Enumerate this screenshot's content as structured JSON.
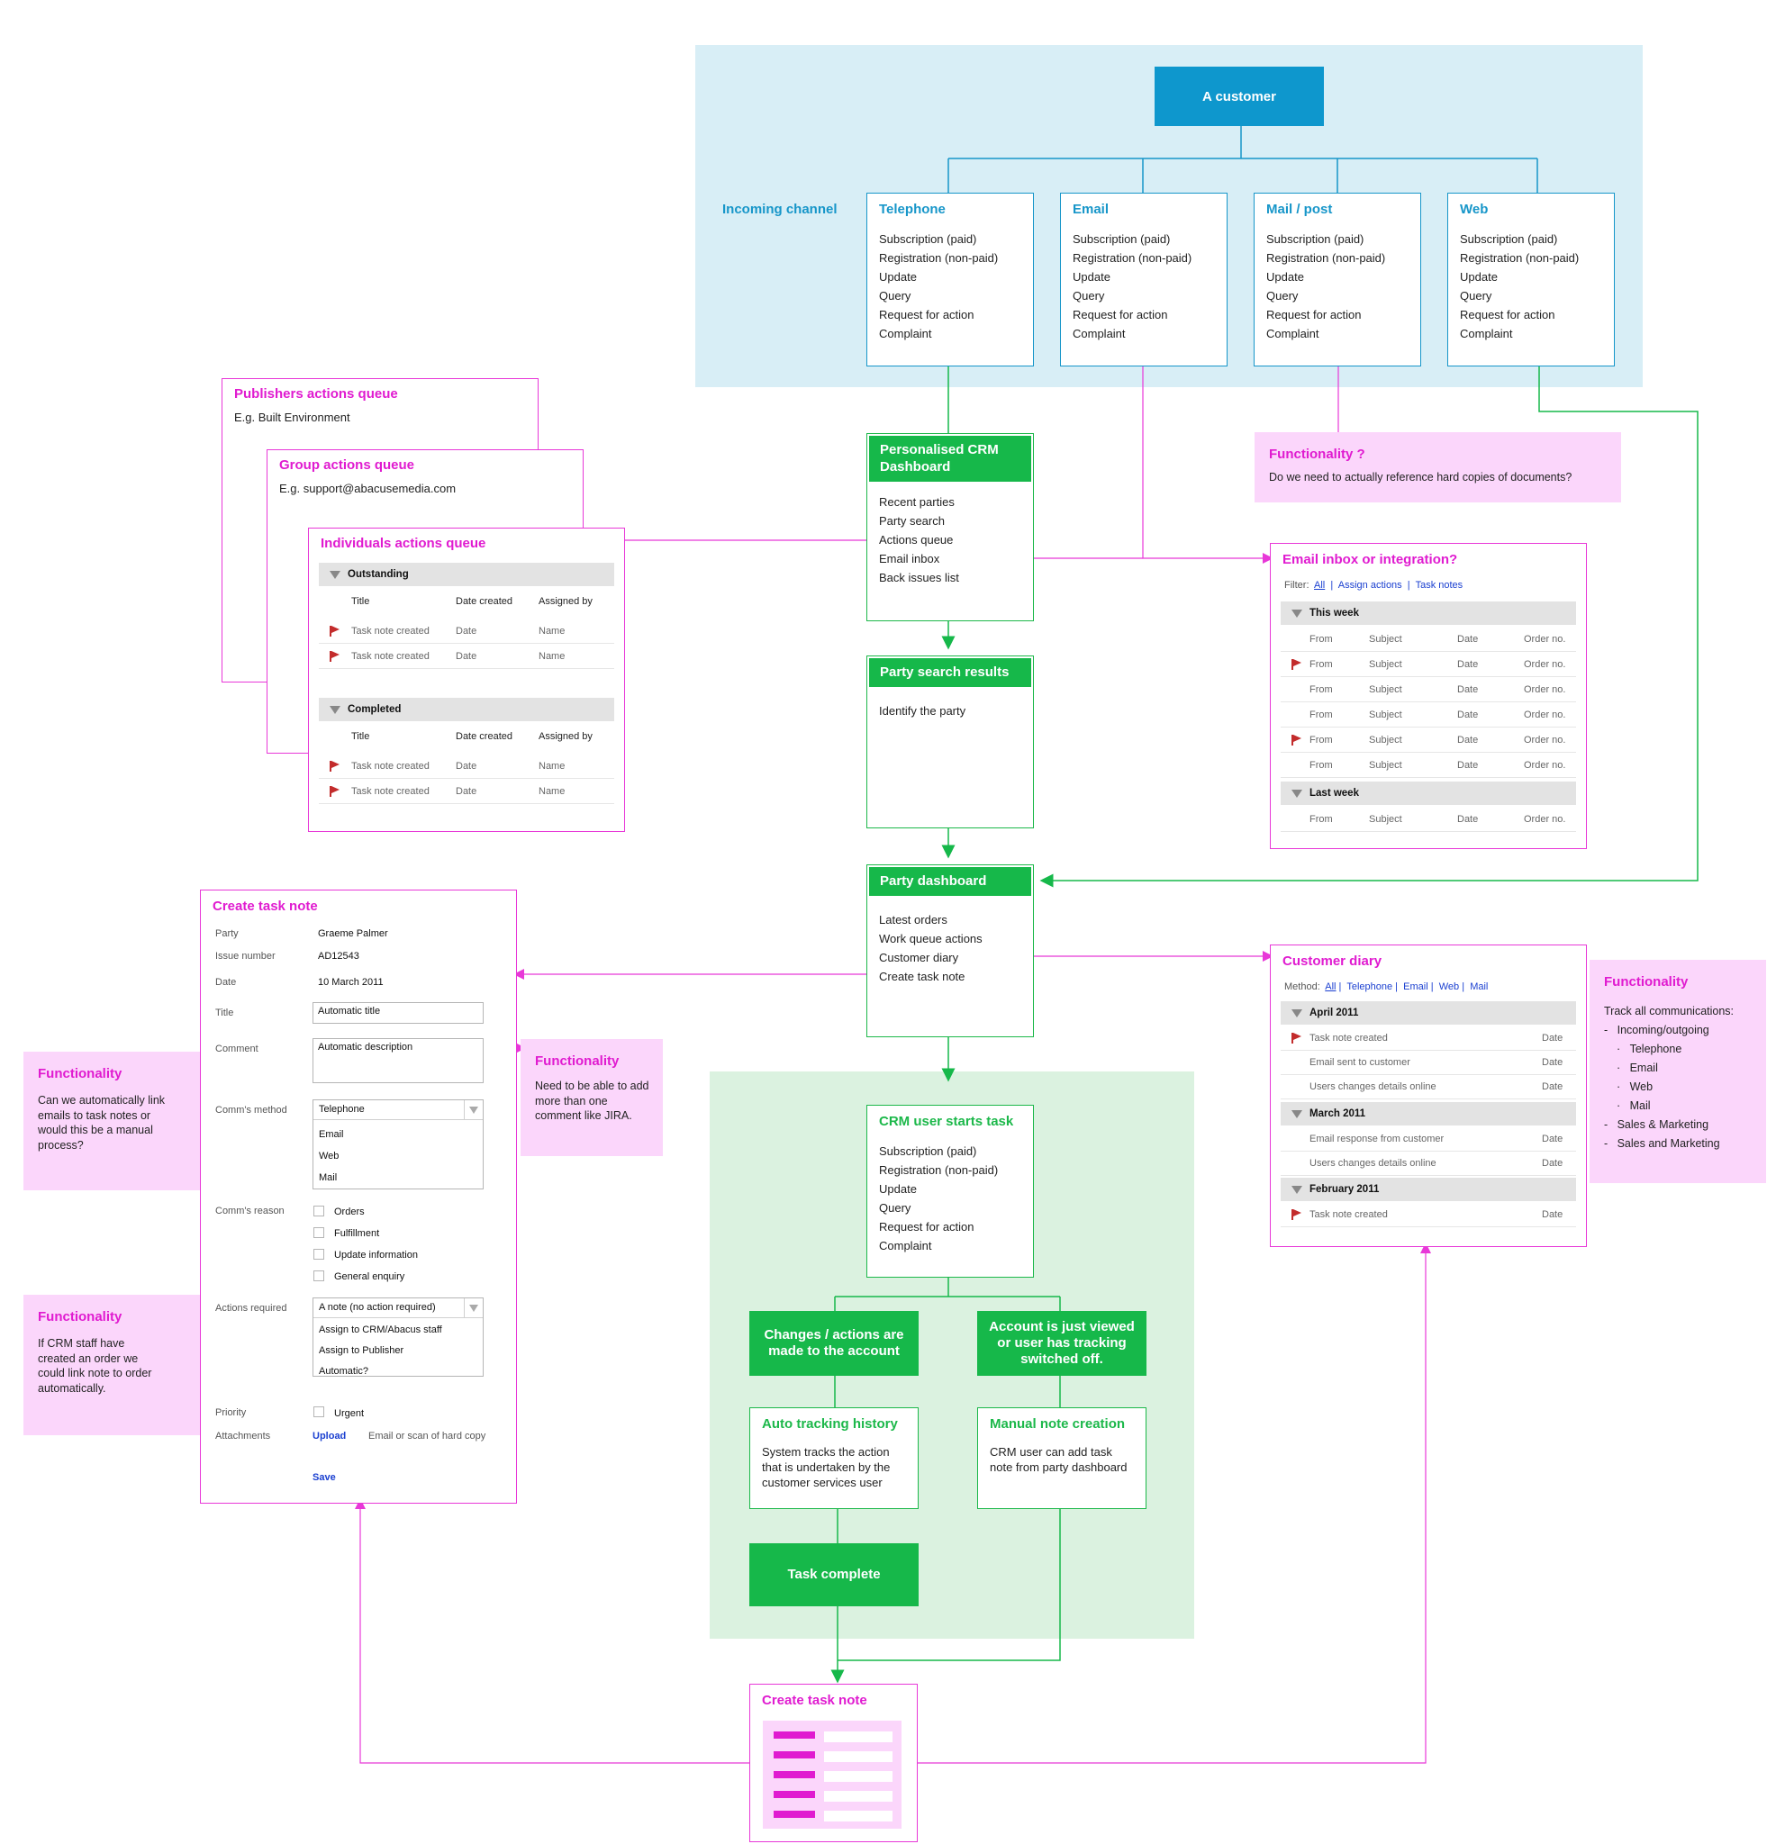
{
  "customer": {
    "label": "A customer"
  },
  "incoming_channel_label": "Incoming channel",
  "channel_items": [
    "Subscription (paid)",
    "Registration (non-paid)",
    "Update",
    "Query",
    "Request for action",
    "Complaint"
  ],
  "channels": [
    {
      "title": "Telephone"
    },
    {
      "title": "Email"
    },
    {
      "title": "Mail / post"
    },
    {
      "title": "Web"
    }
  ],
  "queues": {
    "publishers": {
      "title": "Publishers actions queue",
      "example": "E.g. Built Environment"
    },
    "group": {
      "title": "Group actions queue",
      "example": "E.g. support@abacusemedia.com"
    },
    "individuals": {
      "title": "Individuals actions queue",
      "sections": [
        {
          "label": "Outstanding",
          "headers": [
            "Title",
            "Date created",
            "Assigned by"
          ],
          "rows": [
            [
              "Task note created",
              "Date",
              "Name"
            ],
            [
              "Task note created",
              "Date",
              "Name"
            ]
          ]
        },
        {
          "label": "Completed",
          "headers": [
            "Title",
            "Date created",
            "Assigned by"
          ],
          "rows": [
            [
              "Task note created",
              "Date",
              "Name"
            ],
            [
              "Task note created",
              "Date",
              "Name"
            ]
          ]
        }
      ]
    }
  },
  "crm_dashboard": {
    "title": "Personalised CRM Dashboard",
    "items": [
      "Recent parties",
      "Party search",
      "Actions queue",
      "Email inbox",
      "Back issues list"
    ]
  },
  "party_search": {
    "title": "Party search results",
    "items": [
      "Identify the party"
    ]
  },
  "party_dashboard": {
    "title": "Party dashboard",
    "items": [
      "Latest orders",
      "Work queue actions",
      "Customer diary",
      "Create task note"
    ]
  },
  "crm_starts": {
    "title": "CRM user starts task",
    "items": [
      "Subscription (paid)",
      "Registration (non-paid)",
      "Update",
      "Query",
      "Request for action",
      "Complaint"
    ]
  },
  "changes_box": {
    "label": "Changes / actions are made to the account"
  },
  "viewed_box": {
    "label": "Account is just viewed or user has tracking switched off."
  },
  "auto_tracking": {
    "title": "Auto tracking history",
    "body": "System tracks the action that is undertaken by the customer services user"
  },
  "manual_note": {
    "title": "Manual note creation",
    "body": "CRM user can add task note from party dashboard"
  },
  "task_complete": {
    "label": "Task complete"
  },
  "create_task_small": {
    "title": "Create task note"
  },
  "func_mail": {
    "title": "Functionality ?",
    "body": "Do we need to actually reference hard copies of documents?"
  },
  "email_inbox": {
    "title": "Email inbox or integration?",
    "filter_label": "Filter:",
    "filters": [
      "All",
      "Assign actions",
      "Task notes"
    ],
    "sections": [
      {
        "label": "This week",
        "rows": [
          {
            "flag": false,
            "cells": [
              "From",
              "Subject",
              "Date",
              "Order no."
            ]
          },
          {
            "flag": true,
            "cells": [
              "From",
              "Subject",
              "Date",
              "Order no."
            ]
          },
          {
            "flag": false,
            "cells": [
              "From",
              "Subject",
              "Date",
              "Order no."
            ]
          },
          {
            "flag": false,
            "cells": [
              "From",
              "Subject",
              "Date",
              "Order no."
            ]
          },
          {
            "flag": true,
            "cells": [
              "From",
              "Subject",
              "Date",
              "Order no."
            ]
          },
          {
            "flag": false,
            "cells": [
              "From",
              "Subject",
              "Date",
              "Order no."
            ]
          }
        ]
      },
      {
        "label": "Last week",
        "rows": [
          {
            "flag": false,
            "cells": [
              "From",
              "Subject",
              "Date",
              "Order no."
            ]
          }
        ]
      }
    ]
  },
  "customer_diary": {
    "title": "Customer diary",
    "method_label": "Method:",
    "methods": [
      "All",
      "Telephone",
      "Email",
      "Web",
      "Mail"
    ],
    "sections": [
      {
        "label": "April 2011",
        "rows": [
          {
            "flag": true,
            "text": "Task note created",
            "date": "Date"
          },
          {
            "flag": false,
            "text": "Email sent to customer",
            "date": "Date"
          },
          {
            "flag": false,
            "text": "Users changes details online",
            "date": "Date"
          }
        ]
      },
      {
        "label": "March 2011",
        "rows": [
          {
            "flag": false,
            "text": "Email response from customer",
            "date": "Date"
          },
          {
            "flag": false,
            "text": "Users changes details online",
            "date": "Date"
          }
        ]
      },
      {
        "label": "February 2011",
        "rows": [
          {
            "flag": true,
            "text": "Task note created",
            "date": "Date"
          }
        ]
      }
    ]
  },
  "func_track": {
    "title": "Functionality",
    "intro": "Track all communications:",
    "bullets": [
      "Incoming/outgoing",
      "Sales & Marketing",
      "Sales and Marketing"
    ],
    "sub_bullets": [
      "Telephone",
      "Email",
      "Web",
      "Mail"
    ]
  },
  "create_task_form": {
    "title": "Create task note",
    "party_label": "Party",
    "party_value": "Graeme Palmer",
    "issue_label": "Issue number",
    "issue_value": "AD12543",
    "date_label": "Date",
    "date_value": "10 March 2011",
    "title_label": "Title",
    "title_value": "Automatic title",
    "comment_label": "Comment",
    "comment_value": "Automatic description",
    "comms_method_label": "Comm's method",
    "comms_method_options": [
      "Telephone",
      "Email",
      "Web",
      "Mail"
    ],
    "comms_reason_label": "Comm's reason",
    "comms_reason_options": [
      "Orders",
      "Fulfillment",
      "Update information",
      "General enquiry"
    ],
    "actions_label": "Actions required",
    "actions_options": [
      "A note (no action required)",
      "Assign to CRM/Abacus staff",
      "Assign to Publisher",
      "Automatic?"
    ],
    "priority_label": "Priority",
    "priority_option": "Urgent",
    "attachments_label": "Attachments",
    "upload_label": "Upload",
    "upload_hint": "Email or scan of hard copy",
    "save_label": "Save"
  },
  "func_comment": {
    "title": "Functionality",
    "body": "Need to be able to add more than one comment like JIRA."
  },
  "func_link_emails": {
    "title": "Functionality",
    "body": "Can we automatically link emails to task notes or would this be a manual process?"
  },
  "func_link_order": {
    "title": "Functionality",
    "body": "If CRM staff have created an order we could link note to order automatically."
  },
  "colors": {
    "cyan": "#1796c9",
    "green": "#16b84a",
    "magenta": "#e838d8",
    "light_blue_bg": "#d8eef6",
    "light_green_bg": "#dbf2e0",
    "light_pink_bg": "#fbd6fb"
  }
}
